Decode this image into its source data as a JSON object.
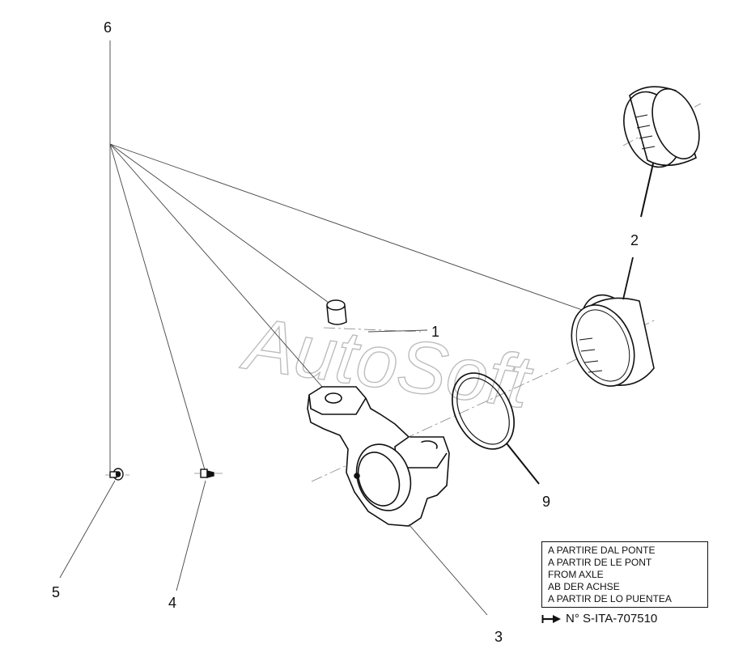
{
  "watermark": "AutoSoft",
  "callouts": {
    "c1": "1",
    "c2": "2",
    "c3": "3",
    "c4": "4",
    "c5": "5",
    "c6": "6",
    "c9": "9"
  },
  "applicability": {
    "lines": [
      "A PARTIRE DAL PONTE",
      "A PARTIR DE LE PONT",
      "FROM AXLE",
      "AB DER ACHSE",
      "A PARTIR DE LO PUENTEA"
    ],
    "serial": "N° S-ITA-707510"
  },
  "icons": {
    "serial_marker": "arrow-right-from-bar-icon"
  }
}
